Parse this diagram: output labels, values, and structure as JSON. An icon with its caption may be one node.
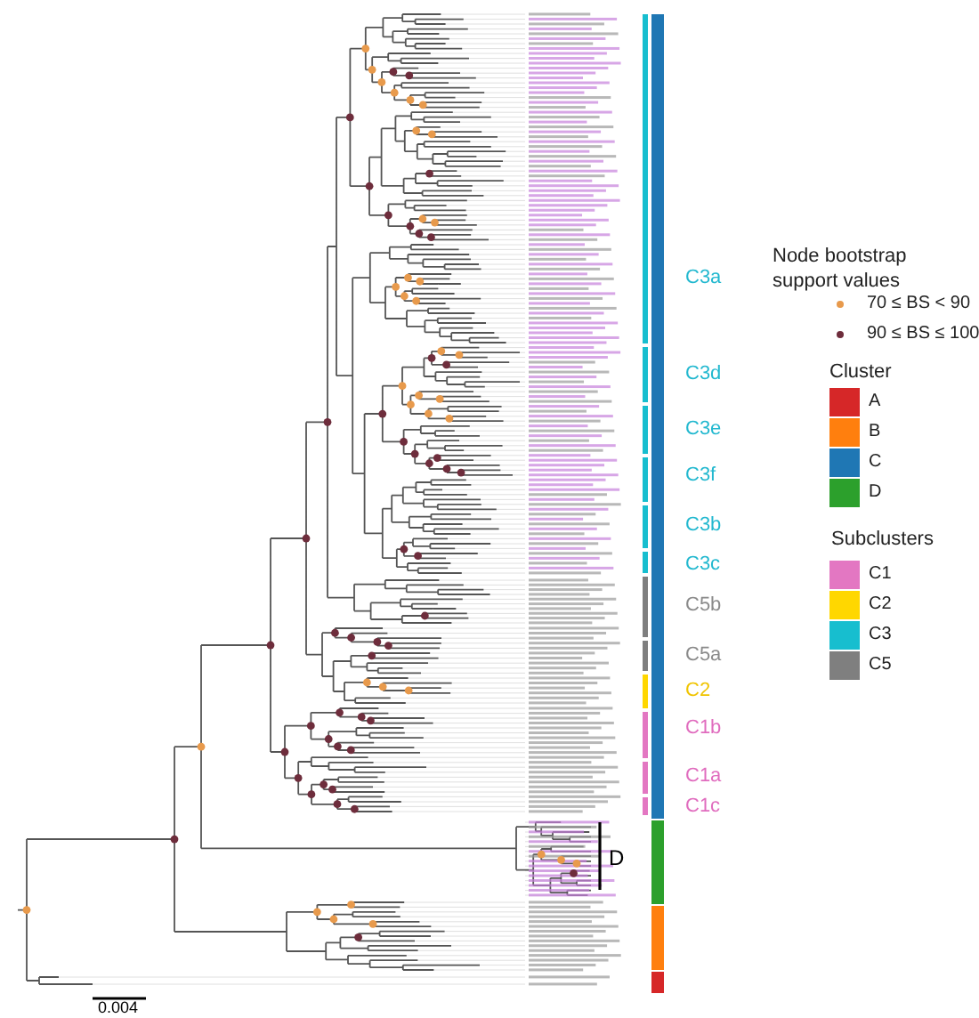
{
  "diagram": {
    "labels": [
      "C3a",
      "Node bootstrap support values",
      "C3d",
      "Cluster",
      "C3e",
      "C3f",
      "C3b",
      "Subclusters",
      "C3c",
      "C5b",
      "C5a",
      "C2",
      "C1b",
      "C1a",
      "C1c",
      "D",
      "0.004"
    ],
    "legend": [
      {
        "text": "70 ≤ BS < 90",
        "color": "#e89a4c"
      },
      {
        "text": "90 ≤ BS ≤ 100",
        "color": "#6e2d3c"
      },
      {
        "text": "A",
        "color": "#d62728"
      },
      {
        "text": "B",
        "color": "#ff7f0e"
      },
      {
        "text": "C",
        "color": "#1f77b4"
      },
      {
        "text": "D",
        "color": "#2ca02c"
      },
      {
        "text": "C1",
        "color": "#e377c2"
      },
      {
        "text": "C2",
        "color": "#ffd700"
      },
      {
        "text": "C3",
        "color": "#17becf"
      },
      {
        "text": "C5",
        "color": "#7f7f7f"
      }
    ]
  }
}
